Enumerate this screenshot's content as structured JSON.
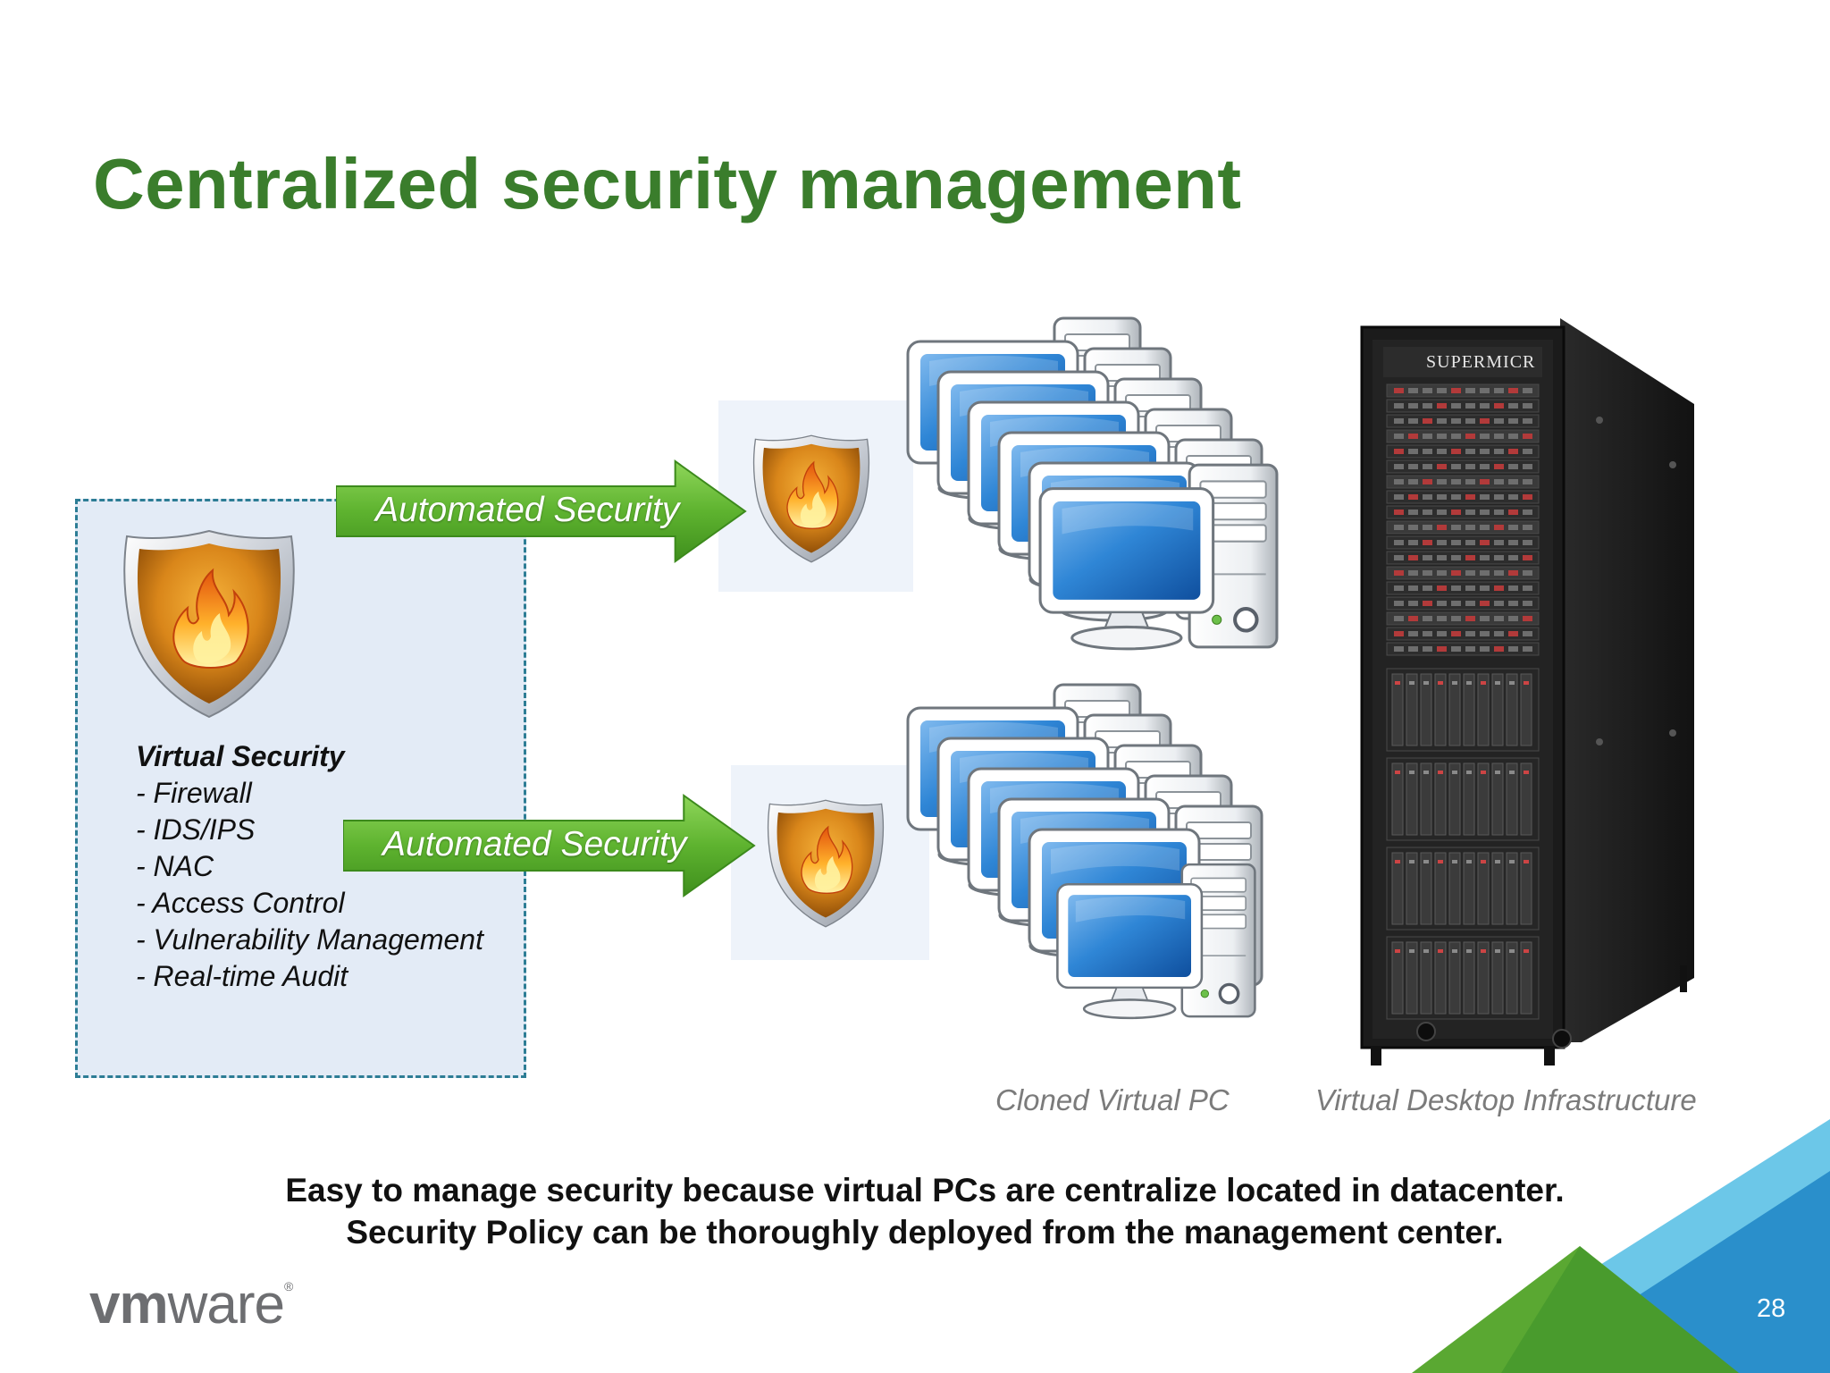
{
  "slide": {
    "title": "Centralized security management",
    "virtual_security": {
      "title": "Virtual Security",
      "items": [
        "- Firewall",
        "- IDS/IPS",
        "- NAC",
        "- Access Control",
        "- Vulnerability Management",
        "- Real-time Audit"
      ]
    },
    "arrows": [
      {
        "label": "Automated Security"
      },
      {
        "label": "Automated Security"
      }
    ],
    "captions": {
      "cloned_pc": "Cloned Virtual PC",
      "vdi": "Virtual Desktop Infrastructure"
    },
    "server_brand": "SUPERMICR",
    "bottom_text": [
      "Easy to manage security because virtual PCs are centralize located in datacenter.",
      "Security Policy can be thoroughly deployed from the management center."
    ],
    "logo": {
      "vm": "vm",
      "ware": "ware",
      "reg": "®"
    },
    "page_number": "28"
  },
  "colors": {
    "title_green": "#3a7d2c",
    "arrow_green": "#5eb32f",
    "box_fill": "#e3ebf6",
    "box_border": "#2d7d95",
    "shield_orange": "#d9861a",
    "screen_blue": "#1f74c9",
    "triangle_green": "#5aa832",
    "triangle_blue": "#2a8fcb"
  },
  "icons": [
    "shield-flame-icon",
    "computer-icon",
    "server-rack-icon",
    "arrow-right-icon"
  ]
}
